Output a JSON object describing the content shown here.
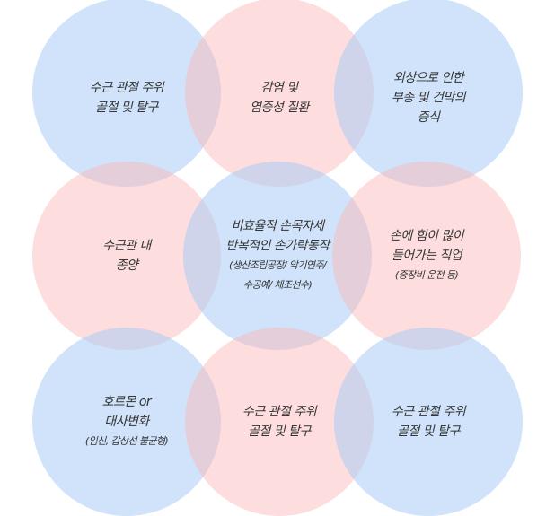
{
  "circles": [
    {
      "color": "blue",
      "lines": [
        "수근 관절 주위",
        "골절 및 탈구"
      ],
      "note": ""
    },
    {
      "color": "pink",
      "lines": [
        "감염 및",
        "염증성 질환"
      ],
      "note": ""
    },
    {
      "color": "blue",
      "lines": [
        "외상으로 인한",
        "부종 및 건막의",
        "증식"
      ],
      "note": ""
    },
    {
      "color": "pink",
      "lines": [
        "수근관 내",
        "종양"
      ],
      "note": ""
    },
    {
      "color": "blue",
      "lines": [
        "비효율적 손목자세",
        "반복적인 손가락동작"
      ],
      "note": [
        "(생산조립공장/ 악기연주/",
        "수공예/ 체조선수)"
      ]
    },
    {
      "color": "pink",
      "lines": [
        "손에 힘이 많이",
        "들어가는 직업"
      ],
      "note": [
        "(중장비 운전 등)"
      ]
    },
    {
      "color": "blue",
      "lines": [
        "호르몬 or",
        "대사변화"
      ],
      "note": [
        "(임신, 갑상선 불균형)"
      ]
    },
    {
      "color": "pink",
      "lines": [
        "수근 관절 주위",
        "골절 및 탈구"
      ],
      "note": ""
    },
    {
      "color": "blue",
      "lines": [
        "수근 관절 주위",
        "골절 및 탈구"
      ],
      "note": ""
    }
  ]
}
